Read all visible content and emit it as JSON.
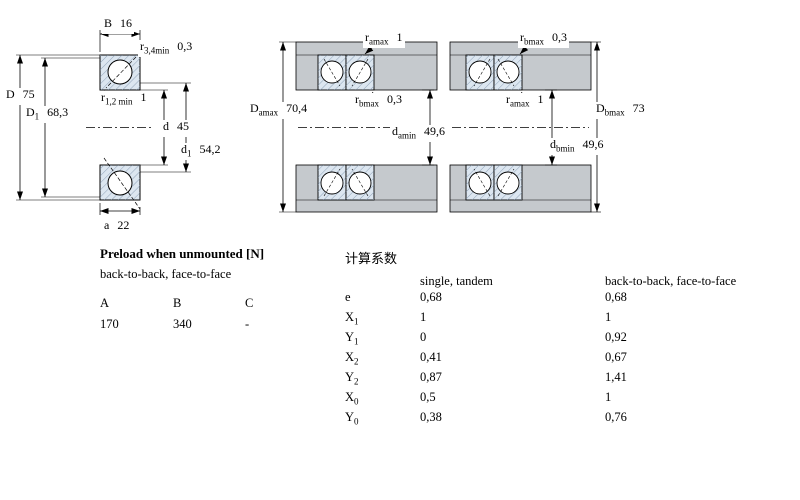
{
  "dims": {
    "left": [
      {
        "sym": "B",
        "sub": "",
        "val": "16"
      },
      {
        "sym": "r",
        "sub": "3,4min",
        "val": "0,3"
      },
      {
        "sym": "D",
        "sub": "",
        "val": "75"
      },
      {
        "sym": "D",
        "sub": "1",
        "val": "68,3"
      },
      {
        "sym": "r",
        "sub": "1,2 min",
        "val": "1"
      },
      {
        "sym": "d",
        "sub": "",
        "val": "45"
      },
      {
        "sym": "d",
        "sub": "1",
        "val": "54,2"
      },
      {
        "sym": "a",
        "sub": "",
        "val": "22"
      }
    ],
    "middle": [
      {
        "sym": "r",
        "sub": "amax",
        "val": "1"
      },
      {
        "sym": "D",
        "sub": "amax",
        "val": "70,4"
      },
      {
        "sym": "r",
        "sub": "bmax",
        "val": "0,3"
      },
      {
        "sym": "d",
        "sub": "amin",
        "val": "49,6"
      }
    ],
    "right": [
      {
        "sym": "r",
        "sub": "bmax",
        "val": "0,3"
      },
      {
        "sym": "r",
        "sub": "amax",
        "val": "1"
      },
      {
        "sym": "D",
        "sub": "bmax",
        "val": "73"
      },
      {
        "sym": "d",
        "sub": "bmin",
        "val": "49,6"
      }
    ]
  },
  "preload": {
    "title": "Preload when unmounted [N]",
    "subtitle": "back-to-back, face-to-face",
    "headers": [
      "A",
      "B",
      "C"
    ],
    "values": [
      "170",
      "340",
      "-"
    ]
  },
  "factors": {
    "title": "计算系数",
    "col1_header": "single, tandem",
    "col2_header": "back-to-back, face-to-face",
    "rows": [
      {
        "sym": "e",
        "sub": "",
        "v1": "0,68",
        "v2": "0,68"
      },
      {
        "sym": "X",
        "sub": "1",
        "v1": "1",
        "v2": "1"
      },
      {
        "sym": "Y",
        "sub": "1",
        "v1": "0",
        "v2": "0,92"
      },
      {
        "sym": "X",
        "sub": "2",
        "v1": "0,41",
        "v2": "0,67"
      },
      {
        "sym": "Y",
        "sub": "2",
        "v1": "0,87",
        "v2": "1,41"
      },
      {
        "sym": "X",
        "sub": "0",
        "v1": "0,5",
        "v2": "1"
      },
      {
        "sym": "Y",
        "sub": "0",
        "v1": "0,38",
        "v2": "0,76"
      }
    ]
  },
  "colors": {
    "section_fill": "#dce6f0",
    "hatch_line": "#7d93ab",
    "housing_gray": "#c5c9cd",
    "line": "#000000",
    "background": "#ffffff"
  }
}
